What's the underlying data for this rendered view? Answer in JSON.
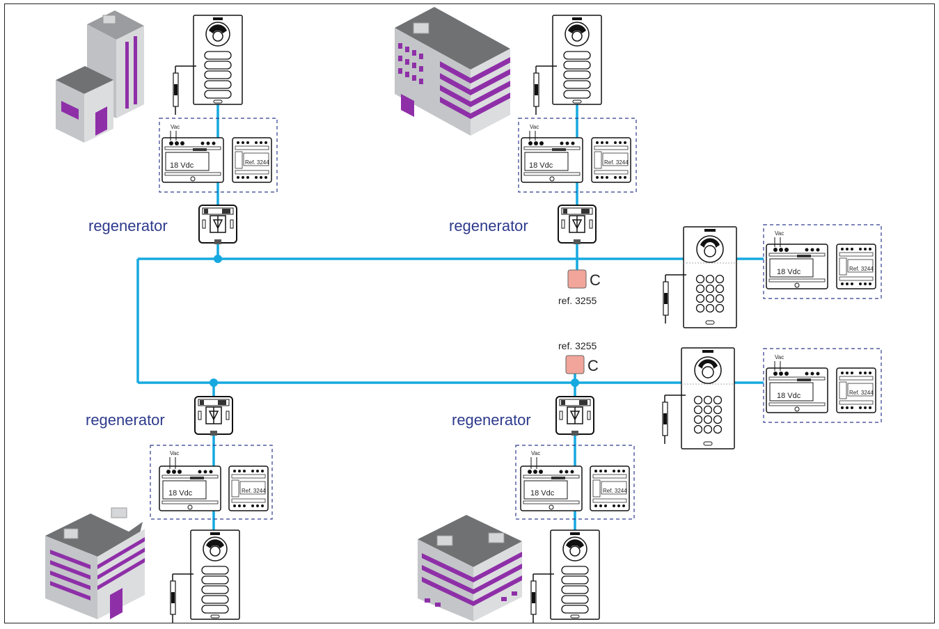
{
  "colors": {
    "bus": "#16a9e0",
    "regen_label": "#2d3a8c",
    "building_accent": "#8e2fa8",
    "terminator": "#f2a59a"
  },
  "labels": {
    "regen": [
      "regenerator",
      "regenerator",
      "regenerator",
      "regenerator"
    ],
    "psu_top": [
      "Vac",
      "Vac",
      "Vac",
      "Vac",
      "Vac",
      "Vac"
    ],
    "psu_voltage": [
      "18 Vdc",
      "18 Vdc",
      "18 Vdc",
      "18 Vdc",
      "18 Vdc",
      "18 Vdc"
    ],
    "distributor_ref": [
      "Ref. 3244",
      "Ref. 3244",
      "Ref. 3244",
      "Ref. 3244",
      "Ref. 3244",
      "Ref. 3244"
    ]
  },
  "terminators": [
    {
      "mark": "C",
      "ref": "ref. 3255"
    },
    {
      "mark": "C",
      "ref": "ref. 3255"
    }
  ],
  "icons": [
    "building-icon",
    "door-panel-icon",
    "door-lock-icon",
    "power-supply-icon",
    "distributor-icon",
    "regenerator-icon",
    "keypad-panel-icon"
  ]
}
